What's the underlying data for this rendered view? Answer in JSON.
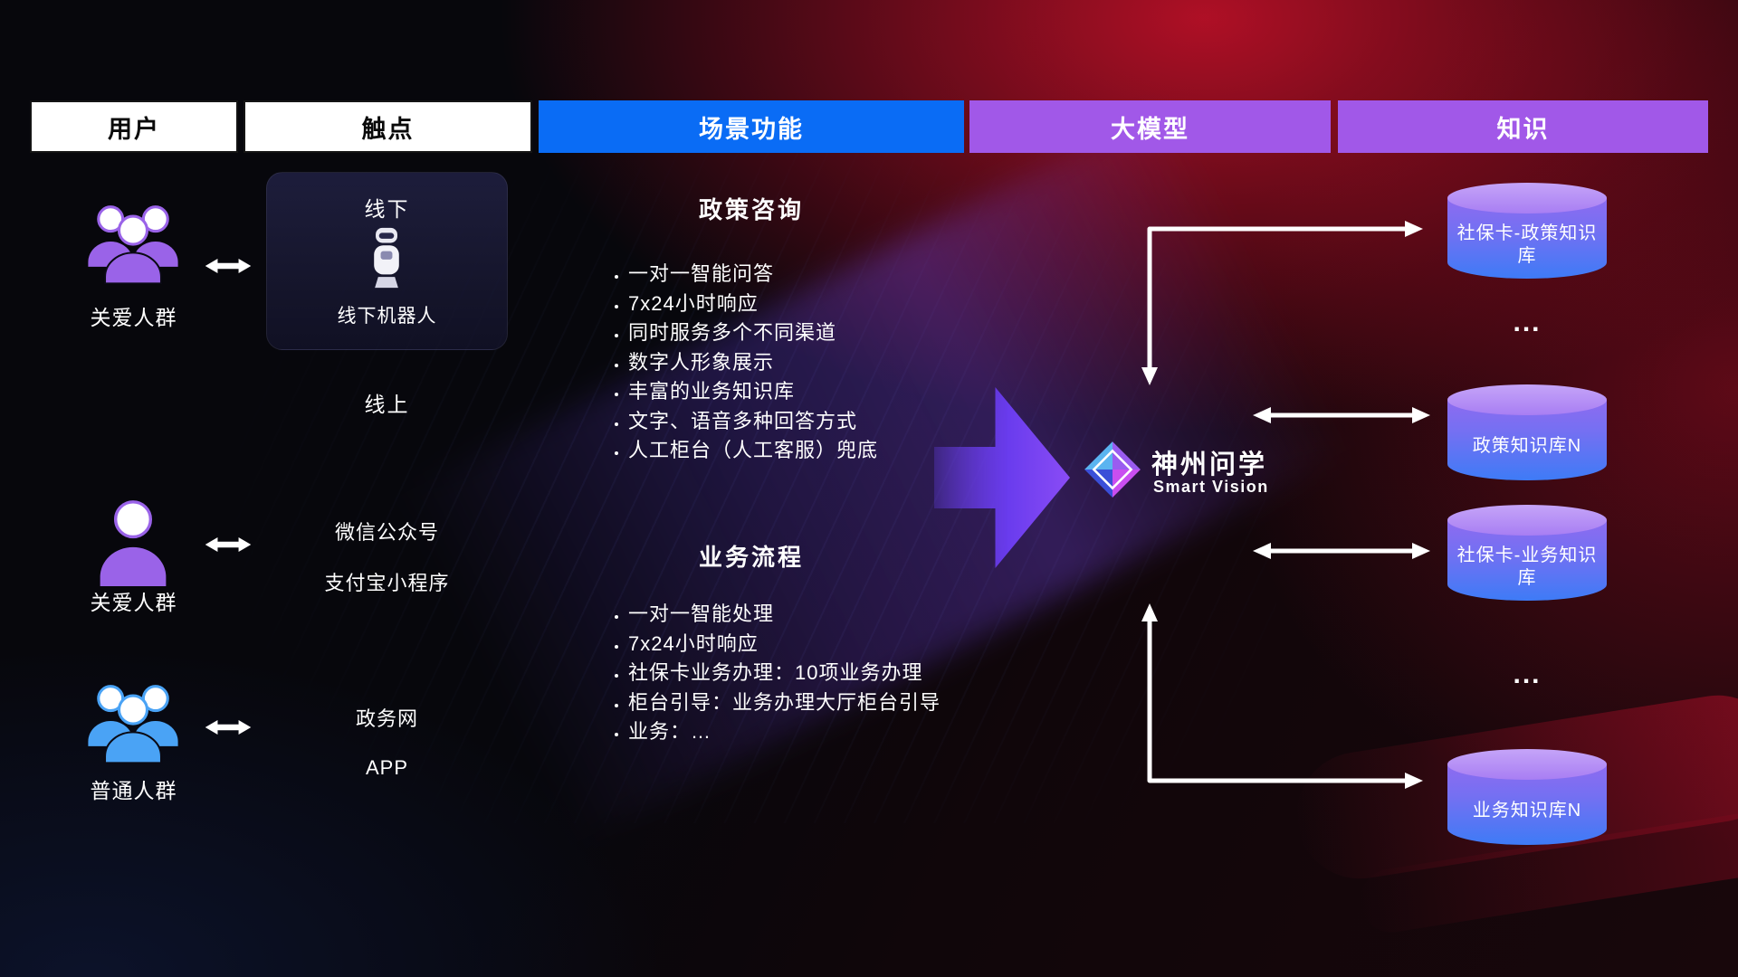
{
  "header": {
    "columns": [
      {
        "label": "用户"
      },
      {
        "label": "触点"
      },
      {
        "label": "场景功能"
      },
      {
        "label": "大模型"
      },
      {
        "label": "知识"
      }
    ]
  },
  "users": {
    "rows": [
      {
        "label": "关爱人群"
      },
      {
        "label": "关爱人群"
      },
      {
        "label": "普通人群"
      }
    ]
  },
  "touchpoints": {
    "offline_title": "线下",
    "offline_robot_label": "线下机器人",
    "online_label": "线上",
    "wechat": "微信公众号",
    "alipay": "支付宝小程序",
    "gov": "政务网",
    "app": "APP"
  },
  "scenarios": {
    "policy": {
      "title": "政策咨询",
      "items": [
        "一对一智能问答",
        "7x24小时响应",
        "同时服务多个不同渠道",
        "数字人形象展示",
        "丰富的业务知识库",
        "文字、语音多种回答方式",
        "人工柜台（人工客服）兜底"
      ]
    },
    "business": {
      "title": "业务流程",
      "items": [
        "一对一智能处理",
        "7x24小时响应",
        "社保卡业务办理：10项业务办理",
        "柜台引导：业务办理大厅柜台引导",
        "业务：…"
      ]
    }
  },
  "model": {
    "brand": "神州问学",
    "sub_brand": "Smart Vision"
  },
  "knowledge": {
    "db1": "社保卡-政策知识库",
    "db2": "政策知识库N",
    "db3": "社保卡-业务知识库",
    "db4": "业务知识库N",
    "ellipsis": "..."
  },
  "colors": {
    "header_blue": "#0a6cf5",
    "header_purple": "#a158e8",
    "accent_purple": "#8a4cf5",
    "cylinder_top": "#b893f4",
    "cylinder_bottom": "#3e7bf6",
    "user_purple": "#9a63e8",
    "user_blue": "#4aa3f5"
  }
}
